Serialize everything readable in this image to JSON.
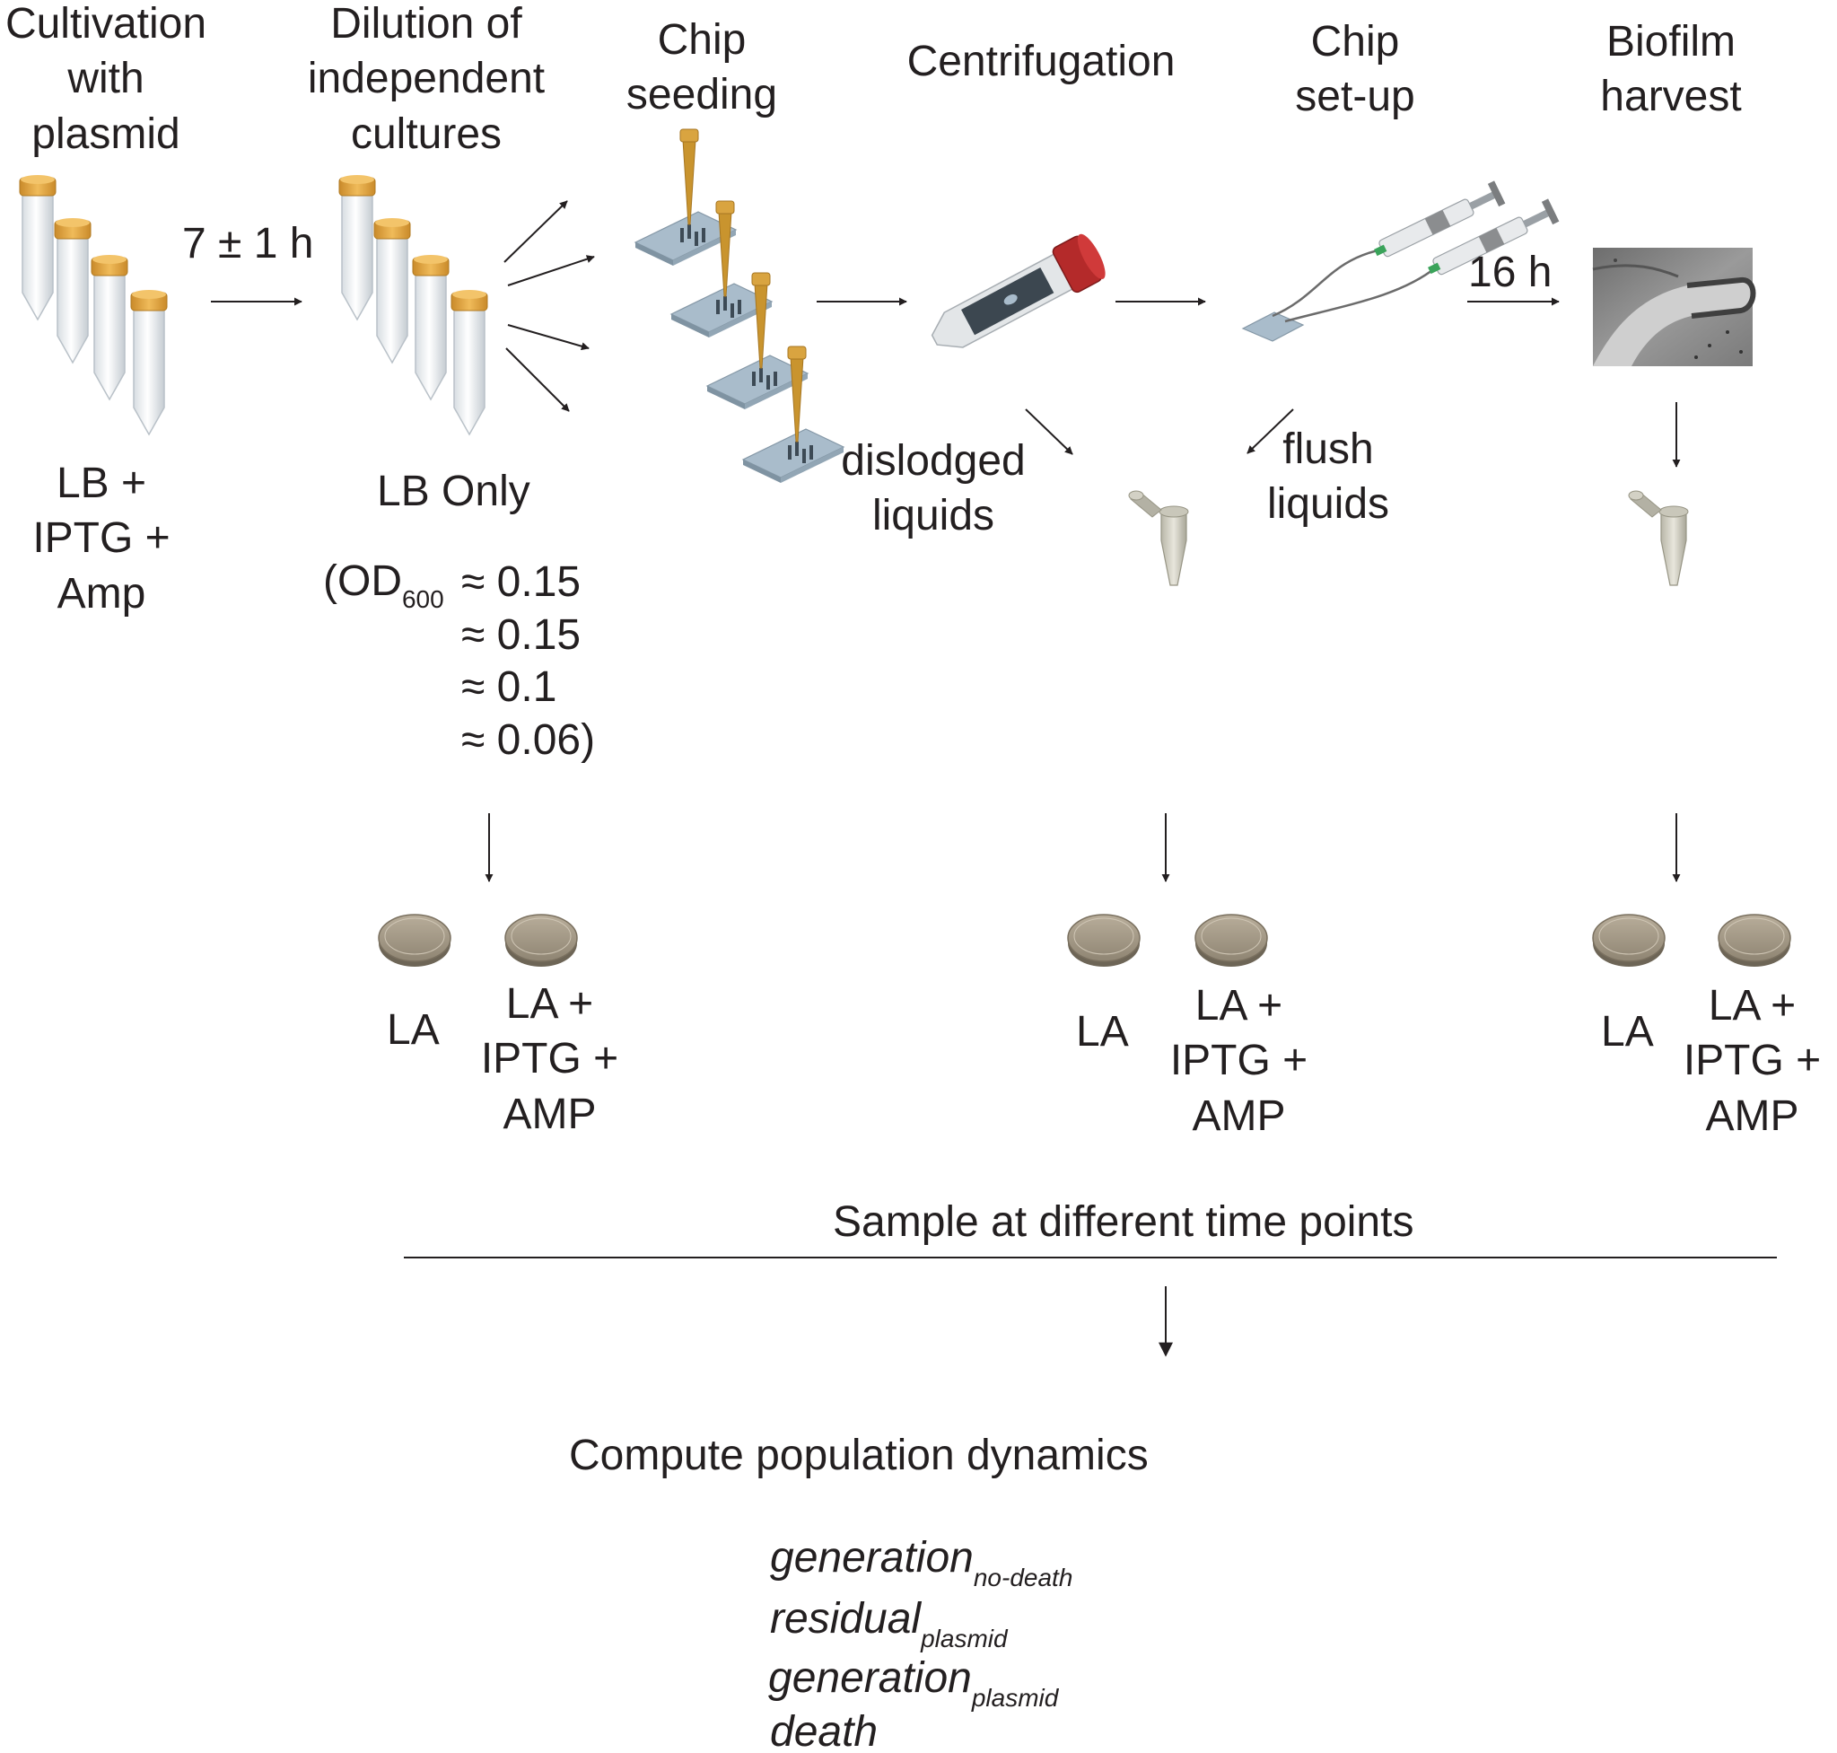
{
  "steps": {
    "cultivation": [
      "Cultivation",
      "with",
      "plasmid"
    ],
    "dilution": [
      "Dilution of",
      "independent",
      "cultures"
    ],
    "seeding": [
      "Chip",
      "seeding"
    ],
    "centrifugation": [
      "Centrifugation"
    ],
    "setup": [
      "Chip",
      "set-up"
    ],
    "harvest": [
      "Biofilm",
      "harvest"
    ]
  },
  "durations": {
    "cultivation": "7 ± 1 h",
    "growth": "16 h"
  },
  "media": {
    "cultivation": [
      "LB +",
      "IPTG +",
      "Amp"
    ],
    "dilution": "LB Only"
  },
  "od": {
    "prefix": "(OD",
    "subscript": "600",
    "values": [
      "≈ 0.15",
      "≈ 0.15",
      "≈ 0.1",
      "≈ 0.06)"
    ]
  },
  "samples": {
    "dislodged": [
      "dislodged",
      "liquids"
    ],
    "flush": [
      "flush",
      "liquids"
    ]
  },
  "plates": {
    "plain": "LA",
    "selective": [
      "LA +",
      "IPTG +",
      "AMP"
    ]
  },
  "sampling_label": "Sample at different time points",
  "compute_label": "Compute population dynamics",
  "parameters": [
    {
      "name": "generation",
      "sub": "no-death"
    },
    {
      "name": "residual",
      "sub": "plasmid"
    },
    {
      "name": "generation",
      "sub": "plasmid"
    },
    {
      "name": "death",
      "sub": ""
    }
  ],
  "colors": {
    "text": "#231f20",
    "cap": "#e0a94a",
    "tip": "#c9942e",
    "chip": "#a9bccb",
    "plate": "#a99f8d"
  }
}
